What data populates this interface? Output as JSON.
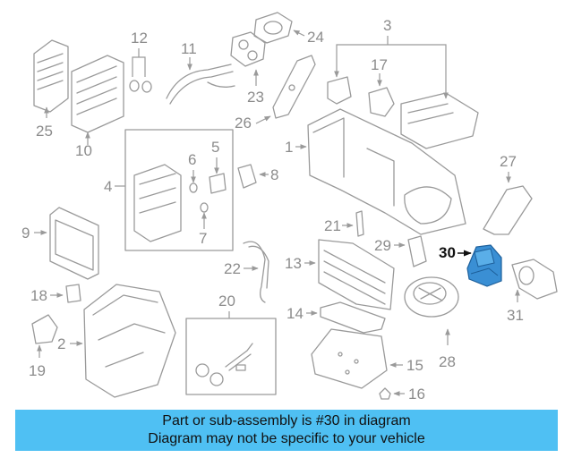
{
  "diagram": {
    "highlighted_part": "30",
    "accent_color": "#4FC0F3",
    "highlight_fill": "#3a8fd4",
    "callouts": [
      "1",
      "2",
      "3",
      "4",
      "5",
      "6",
      "7",
      "8",
      "9",
      "10",
      "11",
      "12",
      "13",
      "14",
      "15",
      "16",
      "17",
      "18",
      "19",
      "20",
      "21",
      "22",
      "23",
      "24",
      "25",
      "26",
      "27",
      "28",
      "29",
      "30",
      "31"
    ]
  },
  "banner": {
    "line1": "Part or sub-assembly is #30 in diagram",
    "line2": "Diagram may not be specific to your vehicle"
  }
}
